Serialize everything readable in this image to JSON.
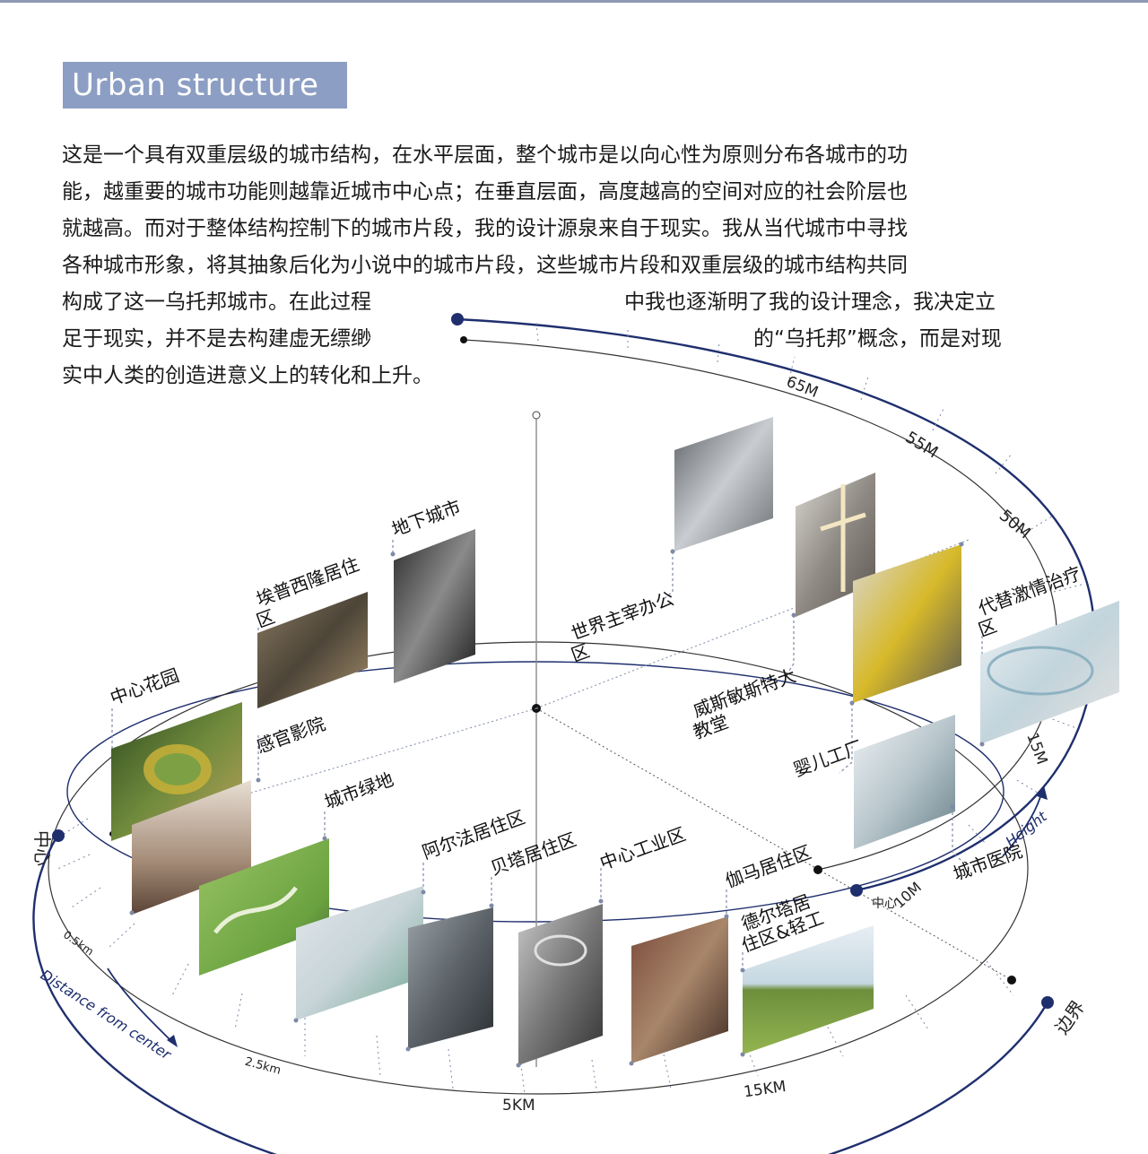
{
  "title": "Urban structure",
  "intro_lines": [
    "这是一个具有双重层级的城市结构，在水平层面，整个城市是以向心性为原则分布各城市的功",
    "能，越重要的城市功能则越靠近城市中心点；在垂直层面，高度越高的空间对应的社会阶层也",
    "就越高。而对于整体结构控制下的城市片段，我的设计源泉来自于现实。我从当代城市中寻找",
    "各种城市形象，将其抽象后化为小说中的城市片段，这些城市片段和双重层级的城市结构共同"
  ],
  "intro_split": [
    {
      "left": "构成了这一乌托邦城市。在此过程",
      "right": "中我也逐渐明了我的设计理念，我决定立"
    },
    {
      "left": "足于现实，并不是去构建虚无缥缈",
      "right": "的“乌托邦”概念，而是对现"
    }
  ],
  "intro_last": "实中人类的创造进意义上的转化和上升。",
  "ground_labels": {
    "center_point": "中心",
    "boundary_point": "边界",
    "ticks": [
      "0.5km",
      "2.5km",
      "5KM",
      "15KM"
    ],
    "axis_title": "Distance from center"
  },
  "height_labels": {
    "ticks": [
      "10M",
      "15M",
      "50M",
      "55M",
      "65M"
    ],
    "axis_title": "Height",
    "origin": "中心"
  },
  "places": [
    {
      "label": "中心花园"
    },
    {
      "label": "感官影院"
    },
    {
      "label": "城市绿地"
    },
    {
      "label": "阿尔法居住区"
    },
    {
      "label": "贝塔居住区"
    },
    {
      "label": "中心工业区"
    },
    {
      "label": "伽马居住区"
    },
    {
      "label": "德尔塔居",
      "label2": "住区&轻工"
    },
    {
      "label": "埃普西隆居住",
      "label2": "区"
    },
    {
      "label": "地下城市"
    },
    {
      "label": "世界主宰办公",
      "label2": "区"
    },
    {
      "label": "威斯敏斯特大",
      "label2": "教堂"
    },
    {
      "label": "婴儿工厂"
    },
    {
      "label": "代替激情治疗",
      "label2": "区"
    },
    {
      "label": "城市医院"
    }
  ],
  "colors": {
    "accent_blue": "#1f2f6e",
    "title_bg": "#8c9ec3",
    "dot_line": "#7e8aa8"
  }
}
